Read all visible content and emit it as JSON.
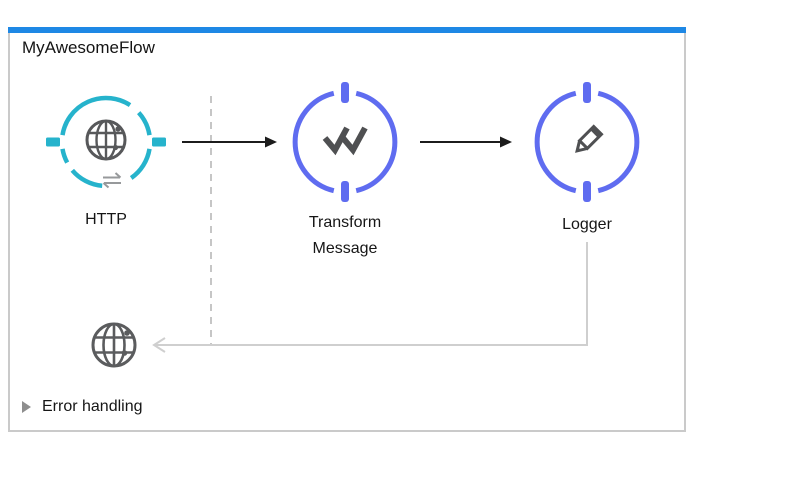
{
  "flow": {
    "title": "MyAwesomeFlow",
    "nodes": [
      {
        "label": "HTTP",
        "icon": "globe-icon",
        "type": "source-listener"
      },
      {
        "label": "Transform Message",
        "icon": "dataweave-icon",
        "type": "processor"
      },
      {
        "label": "Logger",
        "icon": "pencil-icon",
        "type": "processor"
      }
    ],
    "response": {
      "icon": "globe-icon"
    },
    "error_handling": {
      "label": "Error handling",
      "collapsed": true
    }
  },
  "colors": {
    "accent_bar": "#1E88E5",
    "container_border": "#CACACA",
    "http_ring": "#26B3CC",
    "processor_ring": "#5F6CF0",
    "icon_gray": "#57585A",
    "glyph_gray": "#4F5052",
    "connector_black": "#1C1C1C",
    "response_line_gray": "#CFCFCF",
    "divider_gray": "#C6C6C6",
    "exchange_gray": "#97999B"
  }
}
